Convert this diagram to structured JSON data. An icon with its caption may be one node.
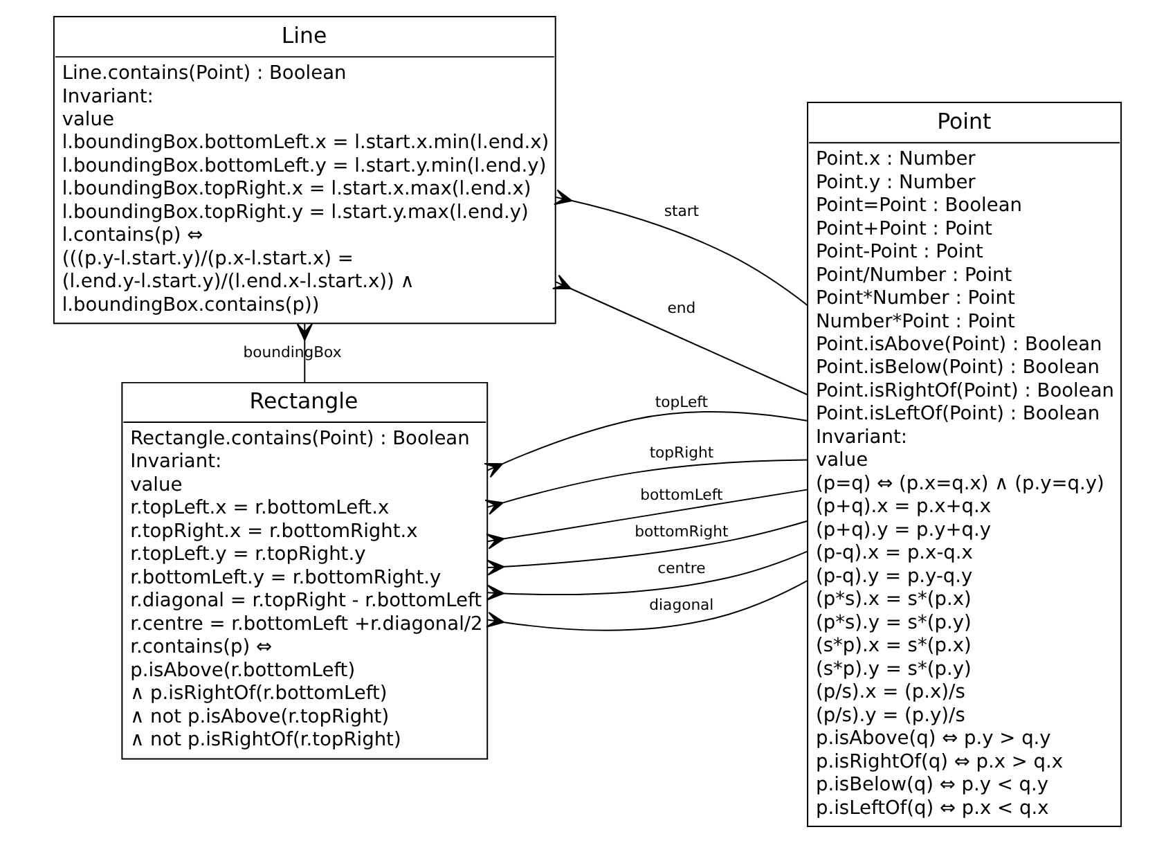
{
  "diagram": {
    "nodes": [
      {
        "text": [
          "Line",
          "Line.contains(Point) : Boolean",
          "Invariant:",
          "value",
          "l.boundingBox.bottomLeft.x = l.start.x.min(l.end.x)",
          "l.boundingBox.bottomLeft.y = l.start.y.min(l.end.y)",
          "l.boundingBox.topRight.x = l.start.x.max(l.end.x)",
          "l.boundingBox.topRight.y = l.start.y.max(l.end.y)",
          "l.contains(p) ⇔",
          "(((p.y-l.start.y)/(p.x-l.start.x) =",
          "(l.end.y-l.start.y)/(l.end.x-l.start.x)) ∧",
          "l.boundingBox.contains(p))"
        ]
      },
      {
        "text": [
          "Point",
          "Point.x : Number",
          "Point.y : Number",
          "Point=Point : Boolean",
          "Point+Point : Point",
          "Point-Point : Point",
          "Point/Number : Point",
          "Point*Number : Point",
          "Number*Point : Point",
          "Point.isAbove(Point) : Boolean",
          "Point.isBelow(Point) : Boolean",
          "Point.isRightOf(Point) : Boolean",
          "Point.isLeftOf(Point) : Boolean",
          "Invariant:",
          "value",
          "(p=q) ⇔ (p.x=q.x) ∧ (p.y=q.y)",
          "(p+q).x = p.x+q.x",
          "(p+q).y = p.y+q.y",
          "(p-q).x = p.x-q.x",
          "(p-q).y = p.y-q.y",
          "(p*s).x = s*(p.x)",
          "(p*s).y = s*(p.y)",
          "(s*p).x = s*(p.x)",
          "(s*p).y = s*(p.y)",
          "(p/s).x = (p.x)/s",
          "(p/s).y = (p.y)/s",
          "p.isAbove(q) ⇔ p.y > q.y",
          "p.isRightOf(q) ⇔ p.x > q.x",
          "p.isBelow(q) ⇔ p.y < q.y",
          "p.isLeftOf(q) ⇔ p.x < q.x"
        ]
      },
      {
        "text": [
          "Rectangle",
          "Rectangle.contains(Point) : Boolean",
          "Invariant:",
          "value",
          "r.topLeft.x = r.bottomLeft.x",
          "r.topRight.x = r.bottomRight.x",
          "r.topLeft.y = r.topRight.y",
          "r.bottomLeft.y = r.bottomRight.y",
          "r.diagonal = r.topRight - r.bottomLeft",
          "r.centre = r.bottomLeft +r.diagonal/2",
          "r.contains(p) ⇔",
          "p.isAbove(r.bottomLeft)",
          "∧ p.isRightOf(r.bottomLeft)",
          "∧ not p.isAbove(r.topRight)",
          "∧ not p.isRightOf(r.topRight)"
        ]
      }
    ],
    "edges": [
      {
        "from": 0,
        "to": 1,
        "arrow": "other",
        "label": "start"
      },
      {
        "from": 0,
        "to": 1,
        "arrow": "other",
        "label": "end"
      },
      {
        "from": 0,
        "to": 2,
        "arrow": "other",
        "label": "boundingBox"
      },
      {
        "from": 2,
        "to": 1,
        "arrow": "other",
        "label": "topLeft"
      },
      {
        "from": 2,
        "to": 1,
        "arrow": "other",
        "label": "topRight"
      },
      {
        "from": 2,
        "to": 1,
        "arrow": "other",
        "label": "bottomLeft"
      },
      {
        "from": 2,
        "to": 1,
        "arrow": "other",
        "label": "bottomRight"
      },
      {
        "from": 2,
        "to": 1,
        "arrow": "other",
        "label": "centre"
      },
      {
        "from": 2,
        "to": 1,
        "arrow": "other",
        "label": "diagonal"
      }
    ]
  }
}
